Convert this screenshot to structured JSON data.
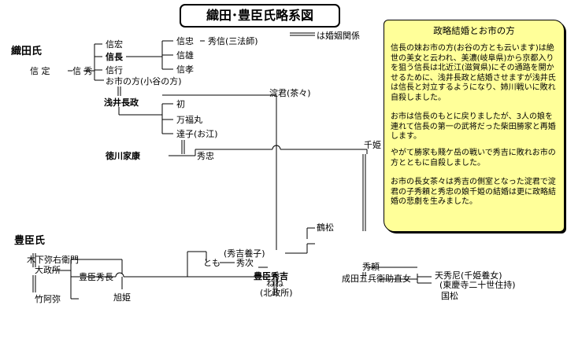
{
  "title": "織田･豊臣氏略系図",
  "legend": {
    "marriage": "は婚姻関係"
  },
  "oda": {
    "clan": "織田氏",
    "nobusada": "信 定",
    "nobuhide": "信 秀",
    "nobuhiro": "信宏",
    "nobunaga": "信長",
    "nobuyuki": "信行",
    "oichi": "お市の方(小谷の方)",
    "nobutada": "信忠",
    "hidenobu": "秀信(三法師)",
    "nobukatsu": "信雄",
    "nobutaka": "信孝"
  },
  "azai": {
    "nagamasa": "浅井長政",
    "hatsu": "初",
    "manpukumaru": "万福丸",
    "tatsuko": "達子(お江)",
    "yodo": "淀君(茶々)"
  },
  "tokugawa": {
    "ieyasu": "徳川家康",
    "hidetada": "秀忠",
    "senhime": "千姫"
  },
  "toyotomi": {
    "clan": "豊臣氏",
    "kinoshita": "木下弥右衛門",
    "omandokoro": "大政所",
    "chikuami": "竹阿弥",
    "hidenaga": "豊臣秀長",
    "asahihime": "旭姫",
    "tomo": "とも",
    "hidetsugu_note": "(秀吉養子)",
    "hidetsugu": "秀次",
    "hideyoshi": "豊臣秀吉",
    "tsurumatsu": "鶴松",
    "hideyori": "秀頼",
    "nene": "ねね",
    "kitanomandokoro": "(北政所)",
    "naritanao": "成田五兵衛助直女",
    "tenshuni": "天秀尼(千姫養女)",
    "tokeiji": "(東慶寺二十世住持)",
    "kunimatsu": "国松"
  },
  "note": {
    "title": "政略結婚とお市の方",
    "p1": "信長の妹お市の方(お谷の方とも云います)は絶世の美女と云われ、美濃(岐阜県)から京都入りを狙う信長は北近江(滋賀県)にその通路を開かせるために、浅井長政と結婚させますが浅井氏は信長と対立するようになり、姉川戦いに敗れ自殺しました。",
    "p2": "お市は信長のもとに戻りましたが、3人の娘を連れて信長の第一の武将だった柴田勝家と再婚します。",
    "p3": "やがて勝家も賤ケ岳の戦いで秀吉に敗れお市の方とともに自殺しました。",
    "p4": "お市の長女茶々は秀吉の側室となった淀君で淀君の子秀頼と秀忠の娘千姫の結婚は更に政略結婚の悲劇を生みました。"
  }
}
